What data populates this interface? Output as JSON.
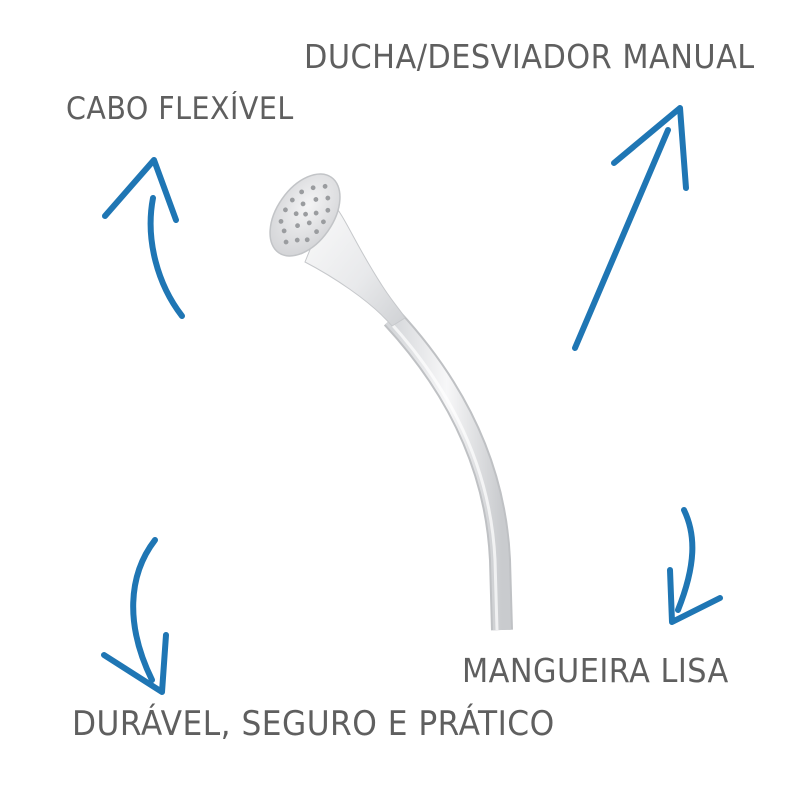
{
  "labels": {
    "top_right": "DUCHA/DESVIADOR MANUAL",
    "top_left": "CABO FLEXÍVEL",
    "bottom_right": "MANGUEIRA LISA",
    "bottom_left": "DURÁVEL, SEGURO E PRÁTICO"
  },
  "colors": {
    "arrow": "#1f76b4",
    "text": "#5f5f5f",
    "product": "#e9eaec"
  },
  "icons": [
    "curved-arrow-up-icon",
    "long-arrow-up-right-icon",
    "curved-arrow-down-left-icon",
    "curved-arrow-down-right-icon"
  ]
}
